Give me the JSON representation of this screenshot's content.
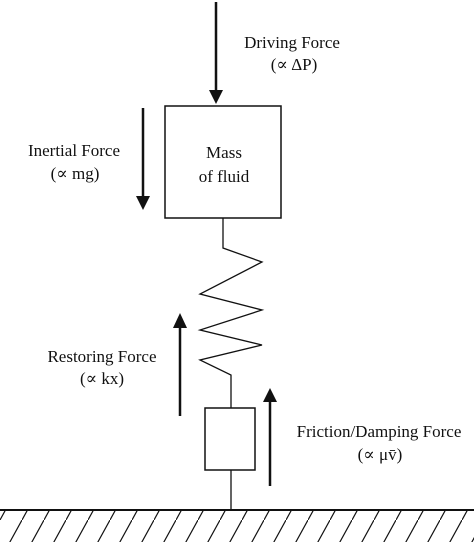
{
  "diagram": {
    "mass_label_line1": "Mass",
    "mass_label_line2": "of fluid",
    "driving_force_label": "Driving Force",
    "driving_force_formula": "(∝ ΔP)",
    "inertial_force_label": "Inertial Force",
    "inertial_force_formula": "(∝ mg)",
    "restoring_force_label": "Restoring Force",
    "restoring_force_formula": "(∝ kx)",
    "friction_force_label": "Friction/Damping Force",
    "friction_force_formula": "(∝ μv̄)"
  },
  "colors": {
    "stroke": "#111111",
    "background": "#ffffff"
  }
}
